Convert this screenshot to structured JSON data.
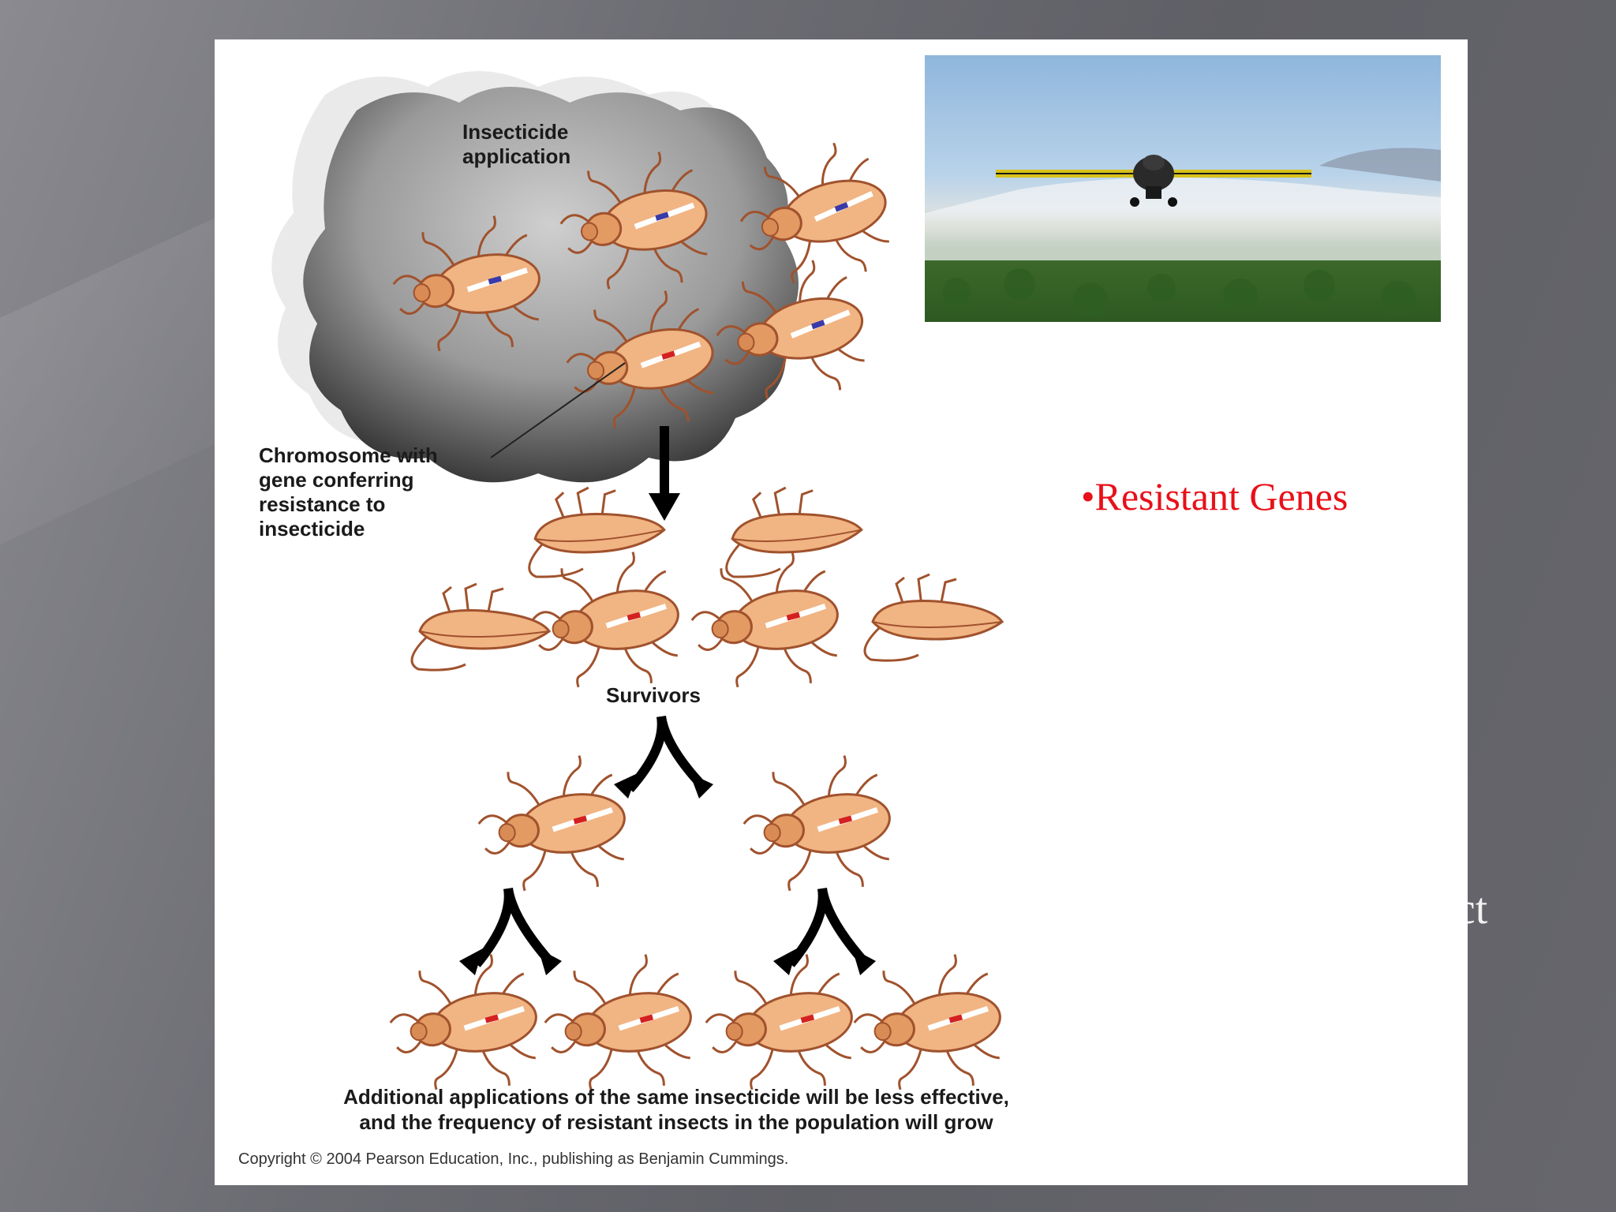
{
  "slide": {
    "hidden_fragment": "ect",
    "bullet_text": "•Resistant Genes"
  },
  "diagram": {
    "cloud_label_line1": "Insecticide",
    "cloud_label_line2": "application",
    "chromosome_label": [
      "Chromosome with",
      "gene conferring",
      "resistance to",
      "insecticide"
    ],
    "survivors_label": "Survivors",
    "caption_line1": "Additional applications of the same insecticide will be less effective,",
    "caption_line2": "and the frequency of resistant insects in the population will grow",
    "copyright": "Copyright © 2004 Pearson Education, Inc., publishing as Benjamin Cummings."
  },
  "colors": {
    "insect_body": "#e7a06a",
    "insect_outline": "#a0522d",
    "resistant_gene": "#d42020",
    "normal_gene": "#3a3aa8",
    "bullet": "#e8101a"
  }
}
